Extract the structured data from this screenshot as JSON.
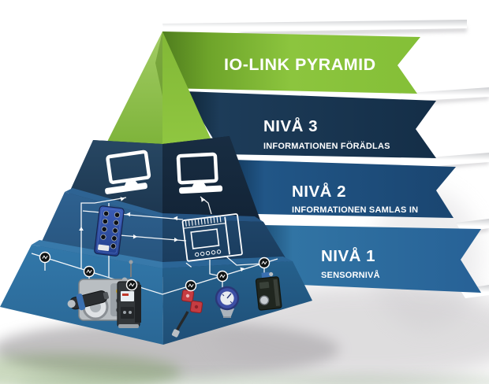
{
  "banner": {
    "label": "IO-LINK PYRAMID",
    "ribbon_color": "#82ba33",
    "text_color": "#ffffff"
  },
  "levels": [
    {
      "number": "3",
      "title": "NIVÅ 3",
      "subtitle": "INFORMATIONEN FÖRÄDLAS",
      "ribbon_color": "#18334e"
    },
    {
      "number": "2",
      "title": "NIVÅ 2",
      "subtitle": "INFORMATIONEN SAMLAS IN",
      "ribbon_color": "#1d4c79"
    },
    {
      "number": "1",
      "title": "NIVÅ 1",
      "subtitle": "SENSORNIVÅ",
      "ribbon_color": "#2d6b9a"
    }
  ],
  "pyramid": {
    "apex": {
      "left_face_color": "#8fc24c",
      "right_face_color": "#8cc43e"
    },
    "tiers": [
      {
        "level": "3",
        "left_face_color": "#24425f",
        "right_face_color": "#16293e"
      },
      {
        "level": "2",
        "left_face_color": "#2d5f8c",
        "right_face_color": "#1e4267"
      },
      {
        "level": "1",
        "left_face_color": "#3076a8",
        "right_face_color": "#245c87"
      }
    ],
    "devices": {
      "level3": [
        "desktop-computer",
        "desktop-computer"
      ],
      "level2": [
        "io-link-master",
        "plc-controller"
      ],
      "level1": [
        "valve-actuator-sensor",
        "cylindrical-proximity-sensor",
        "display-sensor",
        "safety-switch",
        "pressure-sensor",
        "photoelectric-sensor"
      ]
    },
    "io_link_node_count": 6,
    "wire_color": "#ffffff"
  }
}
